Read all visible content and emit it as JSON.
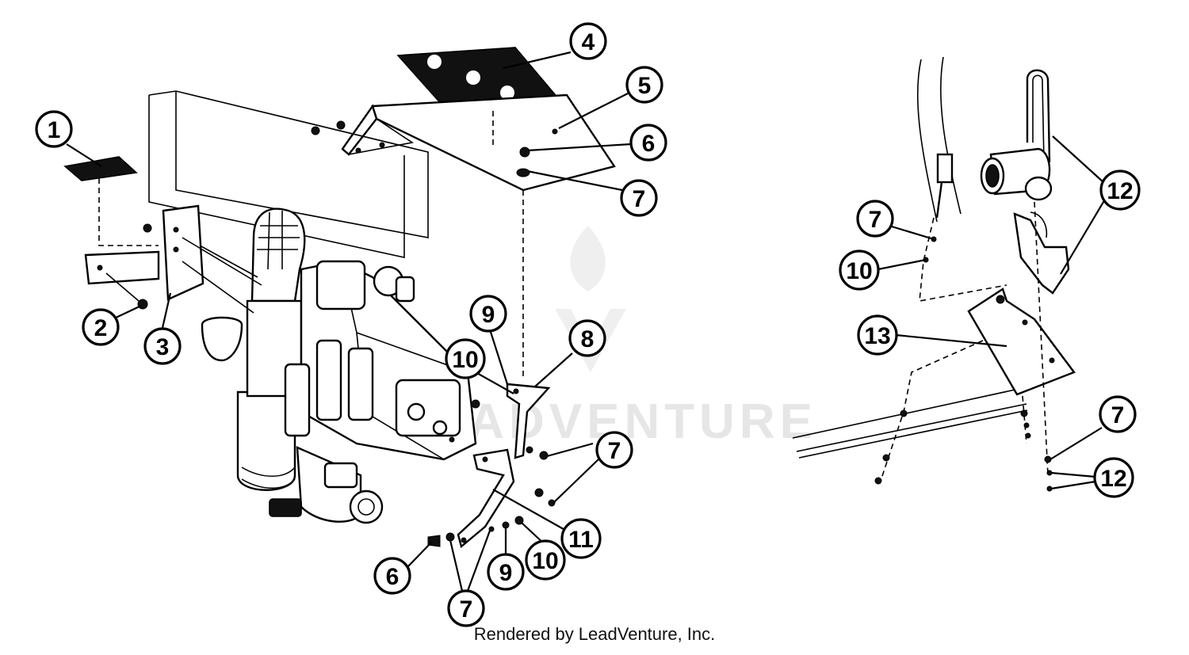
{
  "watermark": {
    "text": "LEADVENTURE"
  },
  "credit": "Rendered by LeadVenture, Inc.",
  "callouts": [
    {
      "id": "c1",
      "label": "1"
    },
    {
      "id": "c2",
      "label": "2"
    },
    {
      "id": "c3",
      "label": "3"
    },
    {
      "id": "c4",
      "label": "4"
    },
    {
      "id": "c5",
      "label": "5"
    },
    {
      "id": "c6a",
      "label": "6"
    },
    {
      "id": "c7a",
      "label": "7"
    },
    {
      "id": "c9a",
      "label": "9"
    },
    {
      "id": "c10a",
      "label": "10"
    },
    {
      "id": "c8",
      "label": "8"
    },
    {
      "id": "c7b",
      "label": "7"
    },
    {
      "id": "c11",
      "label": "11"
    },
    {
      "id": "c10b",
      "label": "10"
    },
    {
      "id": "c9b",
      "label": "9"
    },
    {
      "id": "c6b",
      "label": "6"
    },
    {
      "id": "c7c",
      "label": "7"
    },
    {
      "id": "c7d",
      "label": "7"
    },
    {
      "id": "c10c",
      "label": "10"
    },
    {
      "id": "c13",
      "label": "13"
    },
    {
      "id": "c12a",
      "label": "12"
    },
    {
      "id": "c7e",
      "label": "7"
    },
    {
      "id": "c12b",
      "label": "12"
    }
  ]
}
